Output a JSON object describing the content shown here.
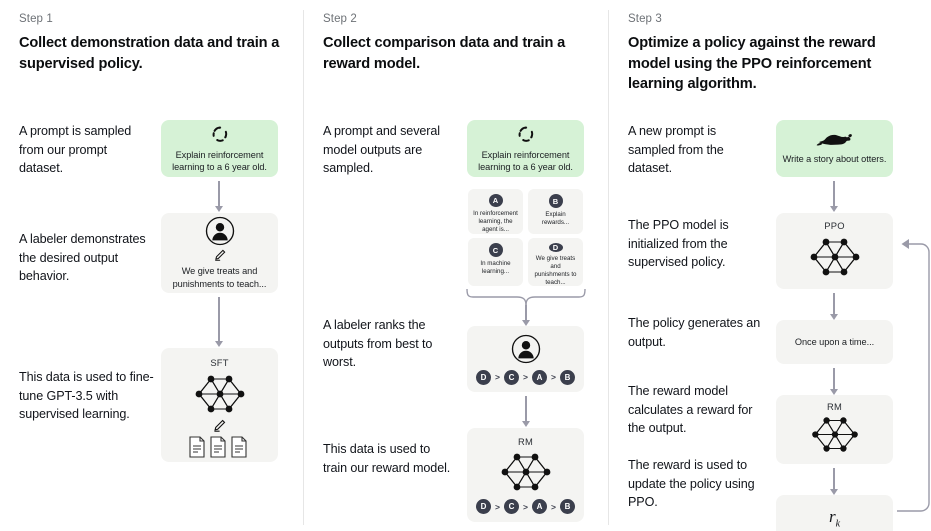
{
  "steps": [
    {
      "label": "Step 1",
      "title": "Collect demonstration data and train a supervised policy.",
      "captions": [
        "A prompt is sampled from our prompt dataset.",
        "A labeler demonstrates the desired output behavior.",
        "This data is used to fine-tune GPT-3.5 with supervised learning."
      ],
      "nodes": {
        "prompt_text": "Explain reinforcement learning to a 6 year old.",
        "prompt_icon": "loop-icon",
        "labeler_text": "We give treats and punishments to teach...",
        "labeler_icon": "person-icon",
        "labeler_pencil_icon": "pencil-icon",
        "sft_title": "SFT",
        "sft_icon": "neural-network-icon",
        "sft_pencil_icon": "pencil-icon",
        "sft_docs_icon": "documents-icon"
      }
    },
    {
      "label": "Step 2",
      "title": "Collect comparison data and train a reward model.",
      "captions": [
        "A prompt and several model outputs are sampled.",
        "A labeler ranks the outputs from best to worst.",
        "This data is used to train our reward model."
      ],
      "nodes": {
        "prompt_text": "Explain reinforcement learning to a 6 year old.",
        "prompt_icon": "loop-icon",
        "outputs": [
          {
            "letter": "A",
            "text": "In reinforcement learning, the agent is..."
          },
          {
            "letter": "B",
            "text": "Explain rewards..."
          },
          {
            "letter": "C",
            "text": "In machine learning..."
          },
          {
            "letter": "D",
            "text": "We give treats and punishments to teach..."
          }
        ],
        "labeler_icon": "person-icon",
        "ranking": [
          "D",
          "C",
          "A",
          "B"
        ],
        "ranking_separator": ">",
        "rm_title": "RM",
        "rm_icon": "neural-network-icon"
      }
    },
    {
      "label": "Step 3",
      "title": "Optimize a policy against the reward model using the PPO reinforcement learning algorithm.",
      "captions": [
        "A new prompt is sampled from the dataset.",
        "The PPO model is initialized from the supervised policy.",
        "The policy generates an output.",
        "The reward model calculates a reward for the output.",
        "The reward is used to update the policy using PPO."
      ],
      "nodes": {
        "prompt_text": "Write a story about otters.",
        "prompt_icon": "otter-icon",
        "ppo_title": "PPO",
        "ppo_icon": "neural-network-icon",
        "output_text": "Once upon a time...",
        "rm_title": "RM",
        "rm_icon": "neural-network-icon",
        "reward_symbol": "r",
        "reward_subscript": "k",
        "feedback_arrow": "feedback-loop-arrow"
      }
    }
  ],
  "colors": {
    "green_box": "#d6f2d6",
    "grey_box": "#f4f4f2",
    "arrow": "#9a9aa8",
    "chip": "#3b3f4d",
    "divider": "#e6e6e6",
    "step_label": "#6e7277"
  }
}
